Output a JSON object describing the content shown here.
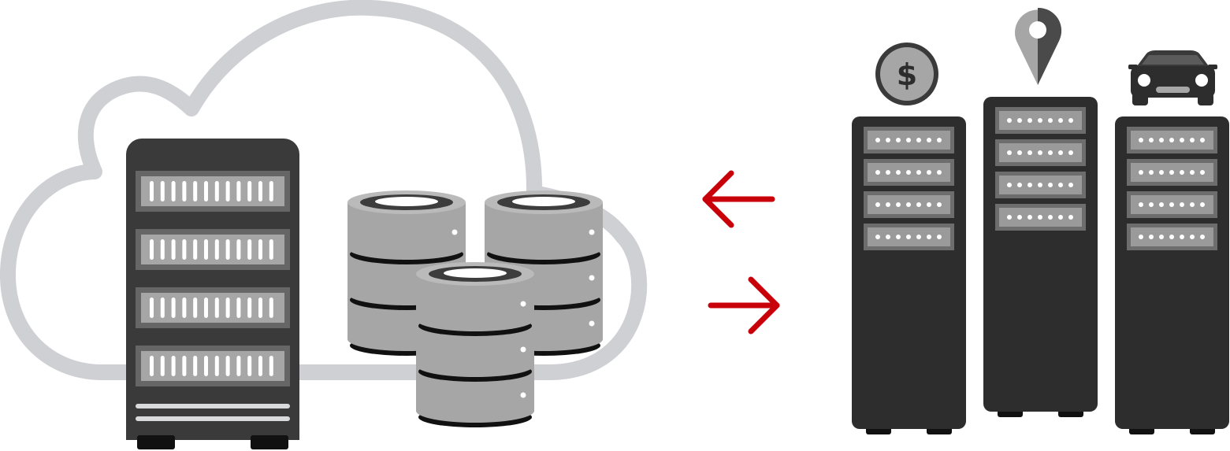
{
  "diagram": {
    "cloud": {
      "icon": "cloud-icon",
      "main_server": {
        "icon": "server-rack-icon",
        "bay_count": 4
      },
      "database_stacks": [
        {
          "icon": "database-icon",
          "disk_count": 3
        },
        {
          "icon": "database-icon",
          "disk_count": 3
        },
        {
          "icon": "database-icon",
          "disk_count": 3
        }
      ]
    },
    "arrows": [
      {
        "icon": "arrow-left-icon",
        "direction": "left"
      },
      {
        "icon": "arrow-right-icon",
        "direction": "right"
      }
    ],
    "servers": [
      {
        "icon": "server-tower-icon",
        "badge": "dollar-coin-icon",
        "bay_count": 4
      },
      {
        "icon": "server-tower-icon",
        "badge": "map-pin-icon",
        "bay_count": 4
      },
      {
        "icon": "server-tower-icon",
        "badge": "car-icon",
        "bay_count": 4
      }
    ],
    "colors": {
      "cloud_outline": "#cfd0d4",
      "server_dark": "#3a3a3a",
      "tower_dark": "#2d2d2d",
      "bay_gray": "#9a9a9a",
      "disk_gray": "#a5a6a5",
      "arrow_red": "#c8000a"
    }
  }
}
